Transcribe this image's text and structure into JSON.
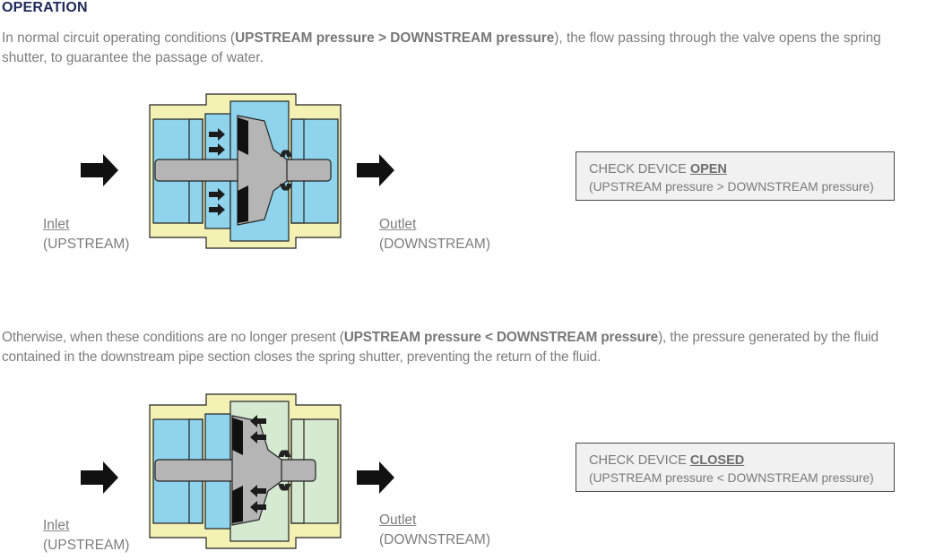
{
  "heading": "OPERATION",
  "section_open": {
    "paragraph": {
      "before": "In normal circuit operating conditions (",
      "bold": "UPSTREAM pressure > DOWNSTREAM pressure",
      "after_line1": "), the flow passing through the valve opens the spring",
      "line2": "shutter, to guarantee the passage of water."
    },
    "inlet": {
      "label": "Inlet",
      "sub": "(UPSTREAM)"
    },
    "outlet": {
      "label": "Outlet",
      "sub": "(DOWNSTREAM)"
    },
    "status": {
      "prefix": "CHECK DEVICE ",
      "state": "OPEN",
      "condition": "(UPSTREAM pressure > DOWNSTREAM pressure)"
    },
    "colors": {
      "upstream_fluid": "#8fd3ec",
      "downstream_fluid": "#8fd3ec"
    }
  },
  "section_closed": {
    "paragraph": {
      "before": "Otherwise, when these conditions are no longer present (",
      "bold": "UPSTREAM pressure < DOWNSTREAM pressure",
      "after_line1": "), the pressure generated by the fluid",
      "line2": "contained in the downstream pipe section closes the spring shutter, preventing the return of the fluid."
    },
    "inlet": {
      "label": "Inlet",
      "sub": "(UPSTREAM)"
    },
    "outlet": {
      "label": "Outlet",
      "sub": "(DOWNSTREAM)"
    },
    "status": {
      "prefix": "CHECK DEVICE ",
      "state": "CLOSED",
      "condition": "(UPSTREAM pressure < DOWNSTREAM pressure)"
    },
    "colors": {
      "upstream_fluid": "#8fd3ec",
      "downstream_fluid": "#d6ead2"
    }
  },
  "colors": {
    "heading": "#1f2a5a",
    "body_text": "#7d7d7d",
    "valve_body": "#f3f1b4",
    "shutter": "#b5b5b5",
    "status_box_bg": "#f1f1f1"
  }
}
